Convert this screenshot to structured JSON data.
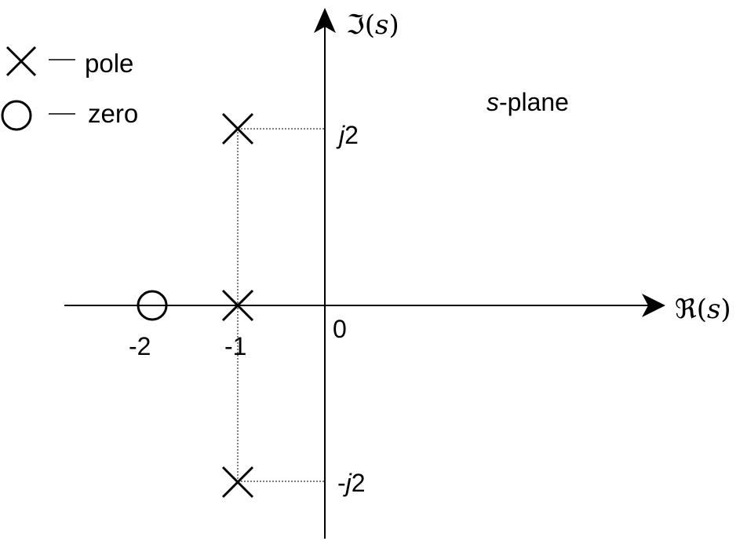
{
  "legend": {
    "pole_label": "pole",
    "zero_label": "zero"
  },
  "plane_label": {
    "var": "s",
    "rest": "-plane"
  },
  "axes": {
    "imag_label": {
      "sym": "ℑ",
      "open": "(",
      "var": "s",
      "close": ")"
    },
    "real_label": {
      "sym": "ℜ",
      "open": "(",
      "var": "s",
      "close": ")"
    },
    "origin_label": "0",
    "real_ticks": [
      "-2",
      "-1"
    ],
    "imag_ticks": {
      "upper": {
        "j": "j",
        "num": "2"
      },
      "lower": {
        "sign": "-",
        "j": "j",
        "num": "2"
      }
    }
  },
  "colors": {
    "ink": "#000000",
    "background": "#ffffff"
  },
  "poles": [
    {
      "re": -1,
      "im": 2
    },
    {
      "re": -1,
      "im": 0
    },
    {
      "re": -1,
      "im": -2
    }
  ],
  "zeros": [
    {
      "re": -2,
      "im": 0
    }
  ]
}
